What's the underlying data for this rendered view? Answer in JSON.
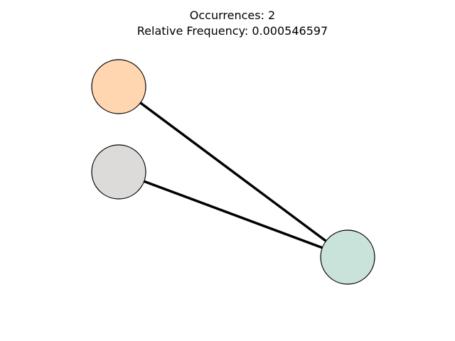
{
  "title": {
    "line1": "Occurrences: 2",
    "line2": "Relative Frequency: 0.000546597"
  },
  "graph": {
    "nodes": [
      {
        "id": "node-a",
        "color": "#ffd6b0"
      },
      {
        "id": "node-b",
        "color": "#dcdbd9"
      },
      {
        "id": "node-c",
        "color": "#c9e2da"
      }
    ],
    "edges": [
      {
        "source": "node-a",
        "target": "node-c",
        "color": "#000000"
      },
      {
        "source": "node-b",
        "target": "node-c",
        "color": "#000000"
      }
    ]
  }
}
